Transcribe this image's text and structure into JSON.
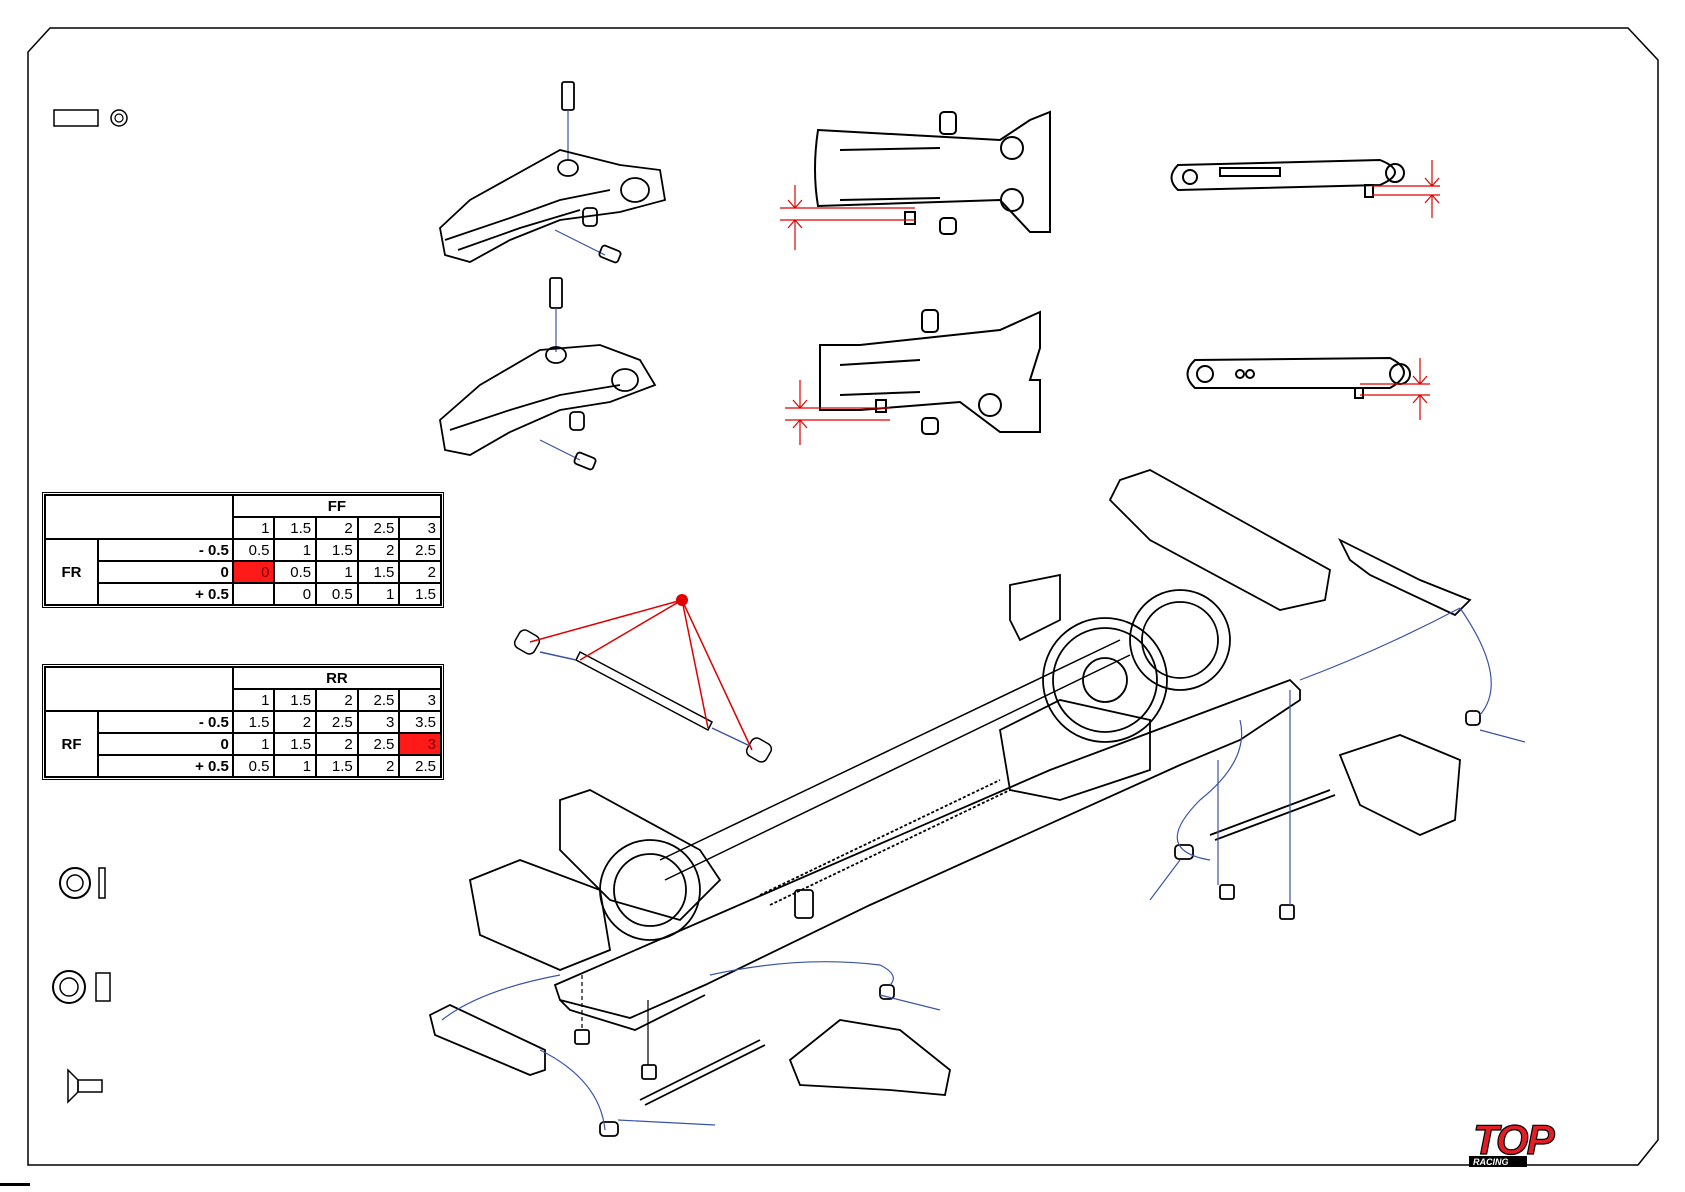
{
  "colors": {
    "highlight": "#ff1a1a",
    "dimension_red": "#e00000",
    "link_blue": "#3a53a4",
    "logo_red": "#e01e26"
  },
  "table_front": {
    "col_group": "FF",
    "row_group": "FR",
    "col_values": [
      "1",
      "1.5",
      "2",
      "2.5",
      "3"
    ],
    "rows": [
      {
        "label": "- 0.5",
        "cells": [
          "0.5",
          "1",
          "1.5",
          "2",
          "2.5"
        ]
      },
      {
        "label": "0",
        "cells": [
          "0",
          "0.5",
          "1",
          "1.5",
          "2"
        ]
      },
      {
        "label": "+ 0.5",
        "cells": [
          "",
          "0",
          "0.5",
          "1",
          "1.5"
        ]
      }
    ],
    "highlighted": {
      "row": 1,
      "col": 0
    }
  },
  "table_rear": {
    "col_group": "RR",
    "row_group": "RF",
    "col_values": [
      "1",
      "1.5",
      "2",
      "2.5",
      "3"
    ],
    "rows": [
      {
        "label": "- 0.5",
        "cells": [
          "1.5",
          "2",
          "2.5",
          "3",
          "3.5"
        ]
      },
      {
        "label": "0",
        "cells": [
          "1",
          "1.5",
          "2",
          "2.5",
          "3"
        ]
      },
      {
        "label": "+ 0.5",
        "cells": [
          "0.5",
          "1",
          "1.5",
          "2",
          "2.5"
        ]
      }
    ],
    "highlighted": {
      "row": 1,
      "col": 4
    }
  },
  "icons": [
    "spacer-icon",
    "washer-icon",
    "large-washer-icon",
    "countersunk-screw-icon",
    "front-arm-assembly-icon",
    "rear-arm-assembly-icon",
    "chassis-assembly-icon"
  ],
  "logo": {
    "main_text": "TOP",
    "sub_text": "RACING"
  }
}
